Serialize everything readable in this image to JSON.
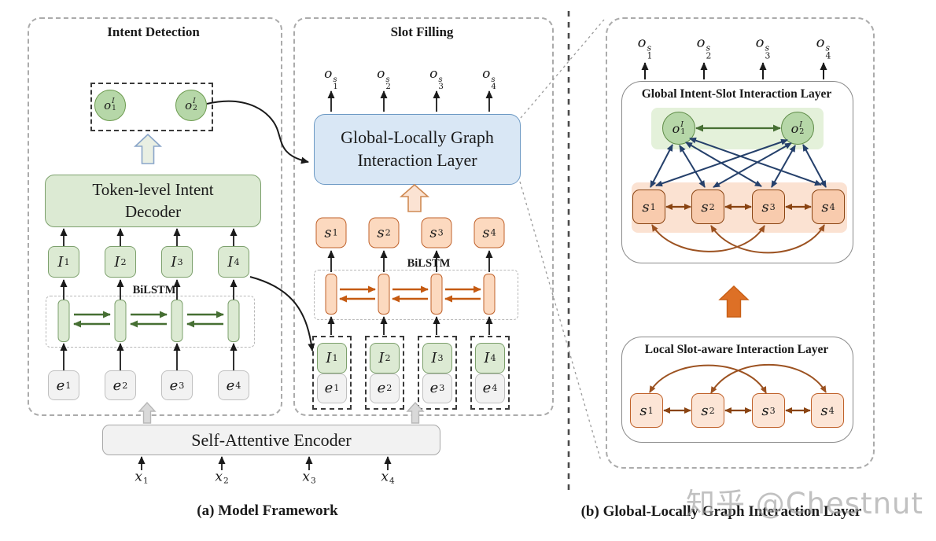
{
  "figure": {
    "caption_a": "(a) Model Framework",
    "caption_b": "(b) Global-Locally Graph Interaction Layer",
    "watermark": "知乎 @Chestnut"
  },
  "colors": {
    "green_fill": "#dcead3",
    "green_border": "#7ca06c",
    "green_node": "#b6d7a8",
    "gray_fill": "#f2f2f2",
    "blue_fill": "#d9e7f5",
    "blue_border": "#6c99c4",
    "orange_fill": "#fcd9bf",
    "orange_deep_fill": "#f8cbad",
    "orange_border": "#c0622b",
    "brown": "#8a4412",
    "navy": "#25406b",
    "dark_green_arrow": "#466f33",
    "orange_arrow": "#c55a11",
    "solid_orange": "#dd7026"
  },
  "panel_a": {
    "intent_detection": {
      "title": "Intent Detection",
      "outputs": [
        {
          "base": "o",
          "sup": "I",
          "sub": "1"
        },
        {
          "base": "o",
          "sup": "I",
          "sub": "2"
        }
      ],
      "decoder_lines": [
        "Token-level Intent",
        "Decoder"
      ],
      "bilstm_label": "BiLSTM",
      "intent_units": [
        {
          "base": "I",
          "sub": "1"
        },
        {
          "base": "I",
          "sub": "2"
        },
        {
          "base": "I",
          "sub": "3"
        },
        {
          "base": "I",
          "sub": "4"
        }
      ],
      "embedding_units": [
        {
          "base": "e",
          "sub": "1"
        },
        {
          "base": "e",
          "sub": "2"
        },
        {
          "base": "e",
          "sub": "3"
        },
        {
          "base": "e",
          "sub": "4"
        }
      ]
    },
    "slot_filling": {
      "title": "Slot Filling",
      "outputs": [
        {
          "base": "o",
          "sup": "s",
          "sub": "1"
        },
        {
          "base": "o",
          "sup": "s",
          "sub": "2"
        },
        {
          "base": "o",
          "sup": "s",
          "sub": "3"
        },
        {
          "base": "o",
          "sup": "s",
          "sub": "4"
        }
      ],
      "graph_layer_lines": [
        "Global-Locally Graph",
        "Interaction Layer"
      ],
      "bilstm_label": "BiLSTM",
      "slot_units": [
        {
          "base": "s",
          "sub": "1"
        },
        {
          "base": "s",
          "sub": "2"
        },
        {
          "base": "s",
          "sub": "3"
        },
        {
          "base": "s",
          "sub": "4"
        }
      ],
      "pair_units": [
        {
          "intent": {
            "base": "I",
            "sub": "1"
          },
          "embedding": {
            "base": "e",
            "sub": "1"
          }
        },
        {
          "intent": {
            "base": "I",
            "sub": "2"
          },
          "embedding": {
            "base": "e",
            "sub": "2"
          }
        },
        {
          "intent": {
            "base": "I",
            "sub": "3"
          },
          "embedding": {
            "base": "e",
            "sub": "3"
          }
        },
        {
          "intent": {
            "base": "I",
            "sub": "4"
          },
          "embedding": {
            "base": "e",
            "sub": "4"
          }
        }
      ]
    },
    "encoder_label": "Self-Attentive Encoder",
    "inputs": [
      {
        "base": "x",
        "sub": "1"
      },
      {
        "base": "x",
        "sub": "2"
      },
      {
        "base": "x",
        "sub": "3"
      },
      {
        "base": "x",
        "sub": "4"
      }
    ]
  },
  "panel_b": {
    "outputs": [
      {
        "base": "o",
        "sup": "s",
        "sub": "1"
      },
      {
        "base": "o",
        "sup": "s",
        "sub": "2"
      },
      {
        "base": "o",
        "sup": "s",
        "sub": "3"
      },
      {
        "base": "o",
        "sup": "s",
        "sub": "4"
      }
    ],
    "global_layer": {
      "title": "Global Intent-Slot Interaction Layer",
      "intent_nodes": [
        {
          "base": "o",
          "sup": "I",
          "sub": "1"
        },
        {
          "base": "o",
          "sup": "I",
          "sub": "2"
        }
      ],
      "slot_nodes": [
        {
          "base": "s",
          "sub": "1"
        },
        {
          "base": "s",
          "sub": "2"
        },
        {
          "base": "s",
          "sub": "3"
        },
        {
          "base": "s",
          "sub": "4"
        }
      ]
    },
    "local_layer": {
      "title": "Local Slot-aware Interaction Layer",
      "slot_nodes": [
        {
          "base": "s",
          "sub": "1"
        },
        {
          "base": "s",
          "sub": "2"
        },
        {
          "base": "s",
          "sub": "3"
        },
        {
          "base": "s",
          "sub": "4"
        }
      ]
    }
  }
}
